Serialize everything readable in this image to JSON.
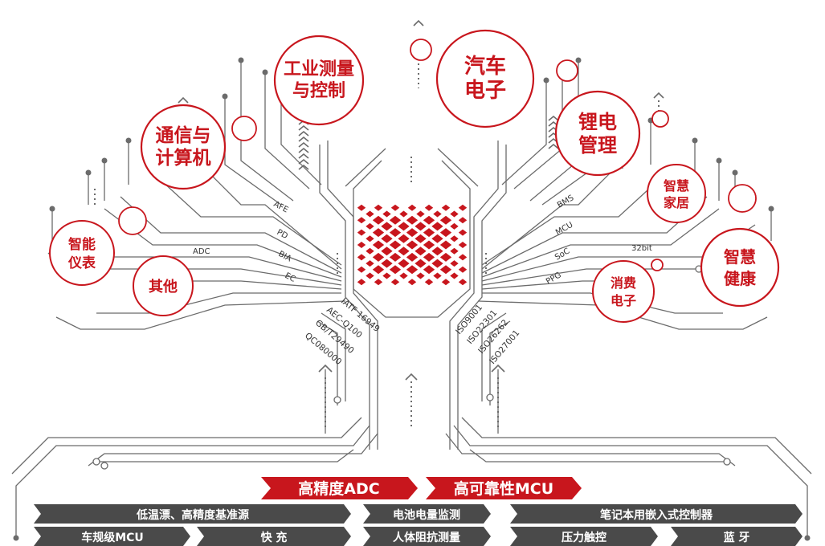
{
  "colors": {
    "accent_red": "#c8161d",
    "circuit_gray": "#6b6b6b",
    "banner_gray": "#4a4a4a",
    "white": "#ffffff"
  },
  "applications": {
    "communication_computing": "通信与计算机",
    "industrial_measurement": "工业测量与控制",
    "automotive": "汽车电子",
    "battery_management": "锂电管理",
    "smart_home": "智慧家居",
    "smart_meter": "智能仪表",
    "others": "其他",
    "smart_health": "智慧健康",
    "consumer_electronics": "消费电子"
  },
  "left_tags": {
    "afe": "AFE",
    "pd": "PD",
    "bia": "BIA",
    "ec": "EC",
    "adc": "ADC"
  },
  "right_tags": {
    "bms": "BMS",
    "mcu": "MCU",
    "soc": "SoC",
    "ppg": "PPG",
    "bit32": "32bit"
  },
  "standards_left": [
    "IATF 16949",
    "AEC-Q100",
    "GB/T29490",
    "QC080000"
  ],
  "standards_right": [
    "ISO9001",
    "ISO22301",
    "ISO26262",
    "ISO27001"
  ],
  "core_banners": {
    "adc": "高精度ADC",
    "mcu": "高可靠性MCU"
  },
  "product_row_1": {
    "low_drift_reference": "低温漂、高精度基准源",
    "battery_gauge": "电池电量监测",
    "notebook_ec": "笔记本用嵌入式控制器"
  },
  "product_row_2": {
    "auto_mcu": "车规级MCU",
    "fast_charge": "快 充",
    "bia_measurement": "人体阻抗测量",
    "pressure_touch": "压力触控",
    "bluetooth": "蓝 牙"
  }
}
